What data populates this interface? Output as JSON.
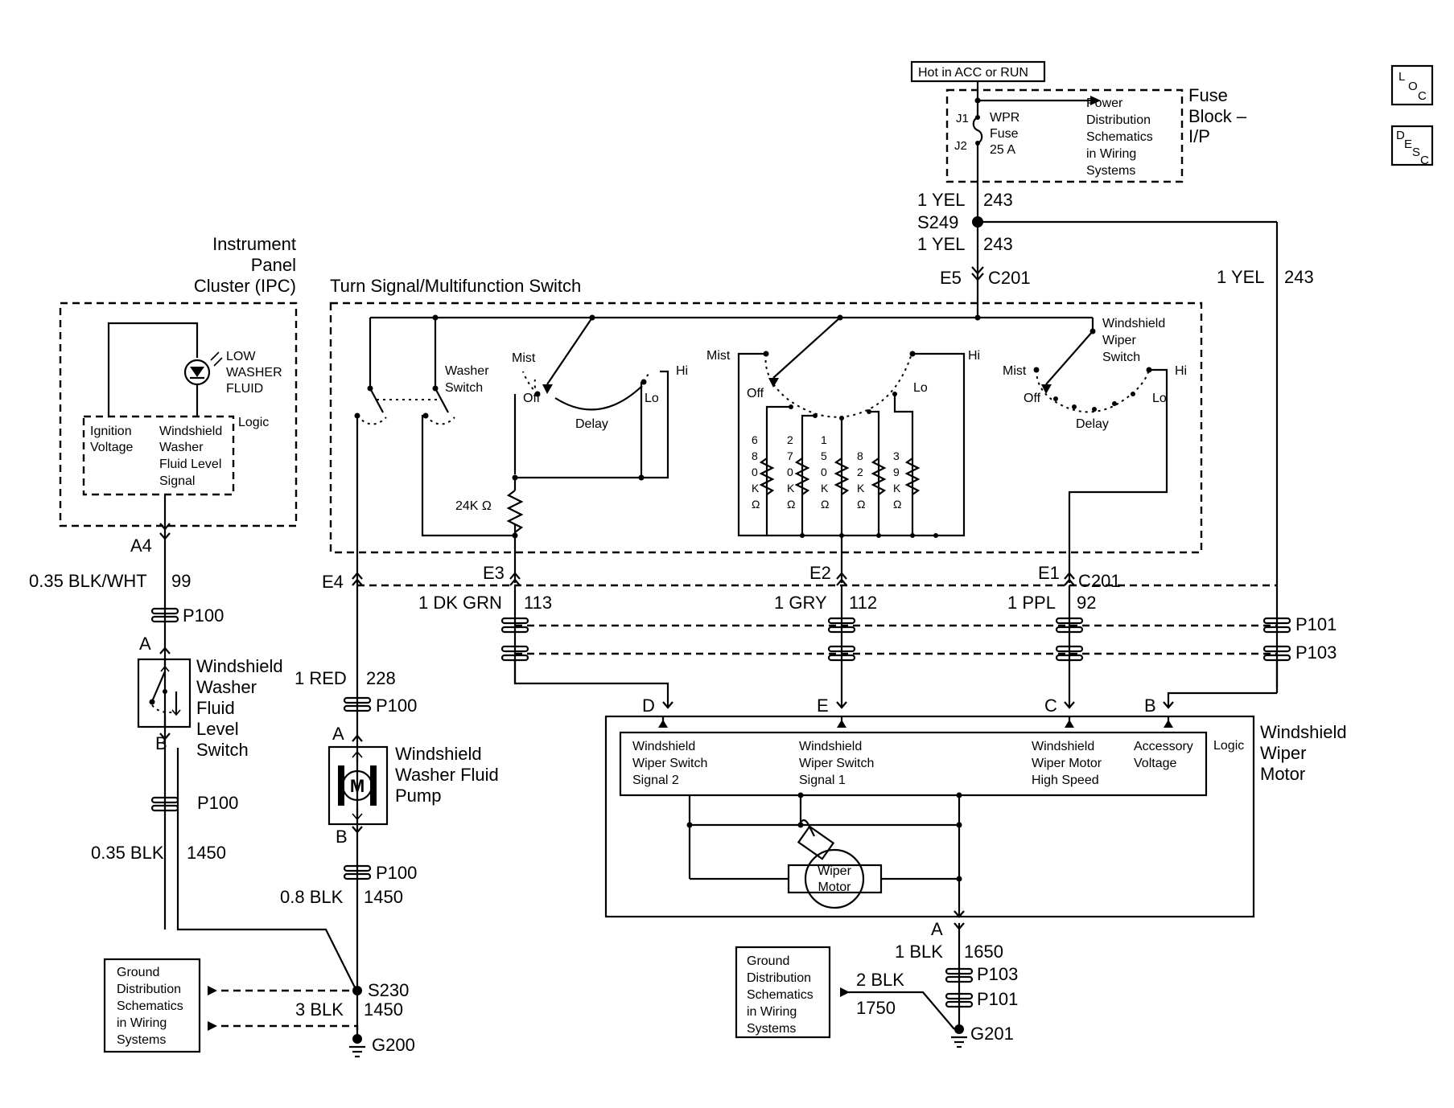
{
  "power": {
    "source_label": "Hot in ACC or RUN",
    "fuse_block_name": "Fuse Block – I/P",
    "fuse_block_line1": "Fuse",
    "fuse_block_line2": "Block –",
    "fuse_block_line3": "I/P",
    "fuse_name": "WPR",
    "fuse_line2": "Fuse",
    "fuse_rating": "25 A",
    "fuse_pin_in": "J1",
    "fuse_pin_out": "J2",
    "power_ref": [
      "Power",
      "Distribution",
      "Schematics",
      "in Wiring",
      "Systems"
    ]
  },
  "nav_icons": [
    {
      "name": "LOC",
      "letters": [
        "L",
        "O",
        "C"
      ]
    },
    {
      "name": "DESC",
      "letters": [
        "D",
        "E",
        "S",
        "C"
      ]
    }
  ],
  "wires": {
    "w243a": {
      "gauge_color": "1 YEL",
      "circuit": "243"
    },
    "w243b": {
      "gauge_color": "1 YEL",
      "circuit": "243"
    },
    "w243c": {
      "gauge_color": "1 YEL",
      "circuit": "243"
    },
    "w99": {
      "gauge_color": "0.35 BLK/WHT",
      "circuit": "99"
    },
    "w228": {
      "gauge_color": "1 RED",
      "circuit": "228"
    },
    "w113": {
      "gauge_color": "1 DK GRN",
      "circuit": "113"
    },
    "w112": {
      "gauge_color": "1 GRY",
      "circuit": "112"
    },
    "w92": {
      "gauge_color": "1 PPL",
      "circuit": "92"
    },
    "w1450a": {
      "gauge_color": "0.35 BLK",
      "circuit": "1450"
    },
    "w1450b": {
      "gauge_color": "0.8 BLK",
      "circuit": "1450"
    },
    "w1450c": {
      "gauge_color": "3 BLK",
      "circuit": "1450"
    },
    "w1650": {
      "gauge_color": "1 BLK",
      "circuit": "1650"
    },
    "w1750": {
      "gauge_color": "2 BLK",
      "circuit": "1750"
    }
  },
  "splices": {
    "s249": "S249",
    "s230": "S230"
  },
  "grounds": {
    "g200": "G200",
    "g201": "G201"
  },
  "connectors": {
    "c201": "C201",
    "e5": "E5",
    "e4": "E4",
    "e3": "E3",
    "e2": "E2",
    "e1": "E1",
    "a4": "A4",
    "p100": "P100",
    "p101": "P101",
    "p103": "P103",
    "pin_a": "A",
    "pin_b": "B",
    "pin_c": "C",
    "pin_d": "D",
    "pin_e": "E"
  },
  "ipc": {
    "title": [
      "Instrument",
      "Panel",
      "Cluster (IPC)"
    ],
    "indicator": [
      "LOW",
      "WASHER",
      "FLUID"
    ],
    "logic_label": "Logic",
    "ignition": [
      "Ignition",
      "Voltage"
    ],
    "fluid_signal": [
      "Windshield",
      "Washer",
      "Fluid Level",
      "Signal"
    ]
  },
  "multifunction_switch": {
    "title": "Turn Signal/Multifunction Switch",
    "washer_switch": [
      "Washer",
      "Switch"
    ],
    "wiper_switch": [
      "Windshield",
      "Wiper",
      "Switch"
    ],
    "positions": {
      "mist": "Mist",
      "off": "Off",
      "lo": "Lo",
      "hi": "Hi",
      "delay": "Delay"
    },
    "resistor_24k": "24K Ω",
    "resistors": [
      [
        "6",
        "8",
        "0",
        "K",
        "Ω"
      ],
      [
        "2",
        "7",
        "0",
        "K",
        "Ω"
      ],
      [
        "1",
        "5",
        "0",
        "K",
        "Ω"
      ],
      [
        "8",
        "2",
        "K",
        "Ω"
      ],
      [
        "3",
        "9",
        "K",
        "Ω"
      ]
    ]
  },
  "fluid_level_switch": [
    "Windshield",
    "Washer",
    "Fluid",
    "Level",
    "Switch"
  ],
  "washer_pump": {
    "title": [
      "Windshield",
      "Washer Fluid",
      "Pump"
    ],
    "symbol": "M"
  },
  "wiper_motor": {
    "title": [
      "Windshield",
      "Wiper",
      "Motor"
    ],
    "logic_label": "Logic",
    "inputs": [
      [
        "Windshield",
        "Wiper Switch",
        "Signal 2"
      ],
      [
        "Windshield",
        "Wiper Switch",
        "Signal 1"
      ],
      [
        "Windshield",
        "Wiper Motor",
        "High Speed"
      ],
      [
        "Accessory",
        "Voltage"
      ]
    ],
    "motor": [
      "Wiper",
      "Motor"
    ]
  },
  "ground_refs": [
    [
      "Ground",
      "Distribution",
      "Schematics",
      "in Wiring",
      "Systems"
    ],
    [
      "Ground",
      "Distribution",
      "Schematics",
      "in Wiring",
      "Systems"
    ]
  ]
}
